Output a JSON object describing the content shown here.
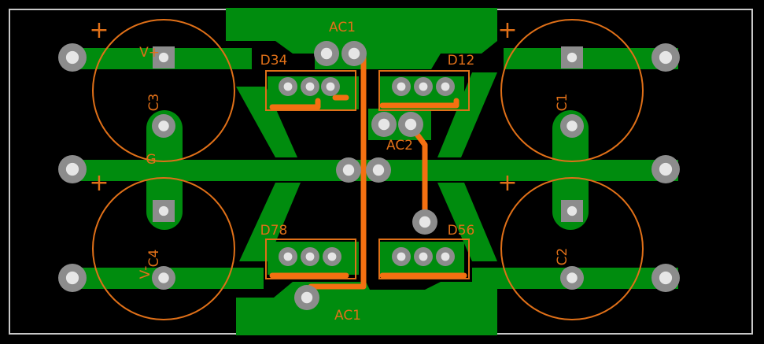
{
  "colors": {
    "background": "#000000",
    "outline": "#c8c8c8",
    "copper": "#008c0e",
    "silk": "#e07018",
    "pad": "#8c8c8c",
    "hole": "#e6e6e6",
    "jumper": "#f47011"
  },
  "labels": {
    "ac1_top": "AC1",
    "ac1_bottom": "AC1",
    "ac2": "AC2",
    "d34": "D34",
    "d12": "D12",
    "d78": "D78",
    "d56": "D56",
    "c3": "C3",
    "c1": "C1",
    "c4": "C4",
    "c2": "C2",
    "vplus": "V+",
    "vminus": "V-",
    "ground": "G",
    "plus_sign": "+"
  }
}
